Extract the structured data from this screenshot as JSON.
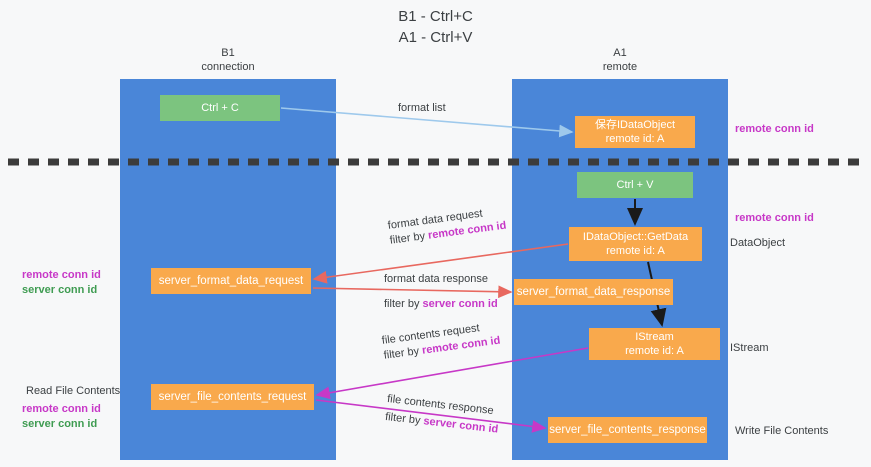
{
  "title": "B1 - Ctrl+C\nA1 - Ctrl+V",
  "colors": {
    "lane": "#4a86d8",
    "green_node": "#7cc47f",
    "orange_node": "#f9a94c",
    "magenta": "#c738c7",
    "green_text": "#3f9c52",
    "red_arrow": "#e8685f",
    "blue_arrow": "#9ec9ec",
    "magenta_arrow": "#c738c7",
    "divider": "#3c3c3c",
    "background": "#f7f8f9"
  },
  "columns": [
    {
      "name": "B1",
      "sub": "connection"
    },
    {
      "name": "A1",
      "sub": "remote"
    }
  ],
  "nodes": {
    "ctrl_c": {
      "line1": "Ctrl + C",
      "line2": ""
    },
    "idataobject": {
      "line1": "保存IDataObject",
      "line2": "remote id: A"
    },
    "ctrl_v": {
      "line1": "Ctrl + V",
      "line2": ""
    },
    "getdata": {
      "line1": "IDataObject::GetData",
      "line2": "remote id: A"
    },
    "server_format_data_request": {
      "line1": "server_format_data_request",
      "line2": ""
    },
    "server_format_data_response": {
      "line1": "server_format_data_response",
      "line2": ""
    },
    "istream": {
      "line1": "IStream",
      "line2": "remote id: A"
    },
    "server_file_contents_request": {
      "line1": "server_file_contents_request",
      "line2": ""
    },
    "server_file_contents_response": {
      "line1": "server_file_contents_response",
      "line2": ""
    }
  },
  "edge_labels": {
    "format_list": "format list",
    "format_data_request": {
      "line1": "format data request",
      "prefix": "filter by ",
      "key": "remote conn id",
      "key_color": "magenta"
    },
    "format_data_response": {
      "line1": "format data response",
      "prefix": "filter by ",
      "key": "server conn id",
      "key_color": "magenta"
    },
    "file_contents_request": {
      "line1": "file contents request",
      "prefix": "filter by ",
      "key": "remote conn id",
      "key_color": "magenta"
    },
    "file_contents_response": {
      "line1": "file contents response",
      "prefix": "filter by ",
      "key": "server conn id",
      "key_color": "magenta"
    }
  },
  "notes": {
    "right_1": "remote conn id",
    "right_2": "remote conn id",
    "right_3": "DataObject",
    "right_4": "IStream",
    "right_5": "Write File Contents",
    "left_1_key1": "remote conn id",
    "left_1_key2": "server conn id",
    "left_2": "Read File Contents",
    "left_3_key1": "remote conn id",
    "left_3_key2": "server conn id"
  }
}
